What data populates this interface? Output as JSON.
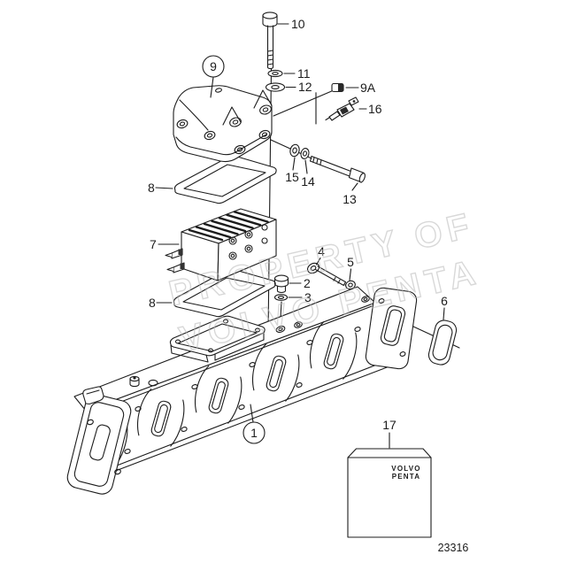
{
  "diagram": {
    "figure_number": "23316",
    "watermark": {
      "line1": "PROPERTY OF",
      "line2": "VOLVO PENTA"
    },
    "kit_box_label": {
      "line1": "VOLVO",
      "line2": "PENTA"
    },
    "callouts": {
      "c1": "1",
      "c2": "2",
      "c3": "3",
      "c4": "4",
      "c5": "5",
      "c6": "6",
      "c7": "7",
      "c8_upper": "8",
      "c8_lower": "8",
      "c9": "9",
      "c9a": "9A",
      "c10": "10",
      "c11": "11",
      "c12": "12",
      "c13": "13",
      "c14": "14",
      "c15": "15",
      "c16": "16",
      "c17": "17"
    }
  }
}
